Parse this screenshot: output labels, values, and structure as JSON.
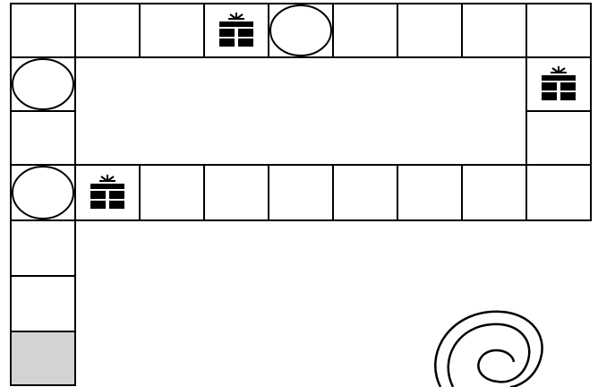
{
  "board": {
    "colors": {
      "background": "#ffffff",
      "cell_border": "#000000",
      "cell_fill": "#ffffff",
      "shaded_cell": "#d3d3d3",
      "gift": "#000000"
    },
    "cells": [
      {
        "id": "top-1",
        "row": 0,
        "col": 0,
        "content": "empty"
      },
      {
        "id": "top-2",
        "row": 0,
        "col": 1,
        "content": "empty"
      },
      {
        "id": "top-3",
        "row": 0,
        "col": 2,
        "content": "empty"
      },
      {
        "id": "top-4",
        "row": 0,
        "col": 3,
        "content": "gift"
      },
      {
        "id": "top-5",
        "row": 0,
        "col": 4,
        "content": "circle"
      },
      {
        "id": "top-6",
        "row": 0,
        "col": 5,
        "content": "empty"
      },
      {
        "id": "top-7",
        "row": 0,
        "col": 6,
        "content": "empty"
      },
      {
        "id": "top-8",
        "row": 0,
        "col": 7,
        "content": "empty"
      },
      {
        "id": "top-9",
        "row": 0,
        "col": 8,
        "content": "empty"
      },
      {
        "id": "left-1",
        "row": 1,
        "col": 0,
        "content": "circle"
      },
      {
        "id": "left-2",
        "row": 2,
        "col": 0,
        "content": "empty"
      },
      {
        "id": "right-1",
        "row": 1,
        "col": 8,
        "content": "gift"
      },
      {
        "id": "right-2",
        "row": 2,
        "col": 8,
        "content": "empty"
      },
      {
        "id": "mid-1",
        "row": 3,
        "col": 0,
        "content": "circle"
      },
      {
        "id": "mid-2",
        "row": 3,
        "col": 1,
        "content": "gift"
      },
      {
        "id": "mid-3",
        "row": 3,
        "col": 2,
        "content": "empty"
      },
      {
        "id": "mid-4",
        "row": 3,
        "col": 3,
        "content": "empty"
      },
      {
        "id": "mid-5",
        "row": 3,
        "col": 4,
        "content": "empty"
      },
      {
        "id": "mid-6",
        "row": 3,
        "col": 5,
        "content": "empty"
      },
      {
        "id": "mid-7",
        "row": 3,
        "col": 6,
        "content": "empty"
      },
      {
        "id": "mid-8",
        "row": 3,
        "col": 7,
        "content": "empty"
      },
      {
        "id": "mid-9",
        "row": 3,
        "col": 8,
        "content": "empty"
      },
      {
        "id": "down-1",
        "row": 4,
        "col": 0,
        "content": "empty"
      },
      {
        "id": "down-2",
        "row": 5,
        "col": 0,
        "content": "empty"
      },
      {
        "id": "down-3",
        "row": 6,
        "col": 0,
        "content": "shaded"
      }
    ],
    "decoration": "spiral"
  }
}
